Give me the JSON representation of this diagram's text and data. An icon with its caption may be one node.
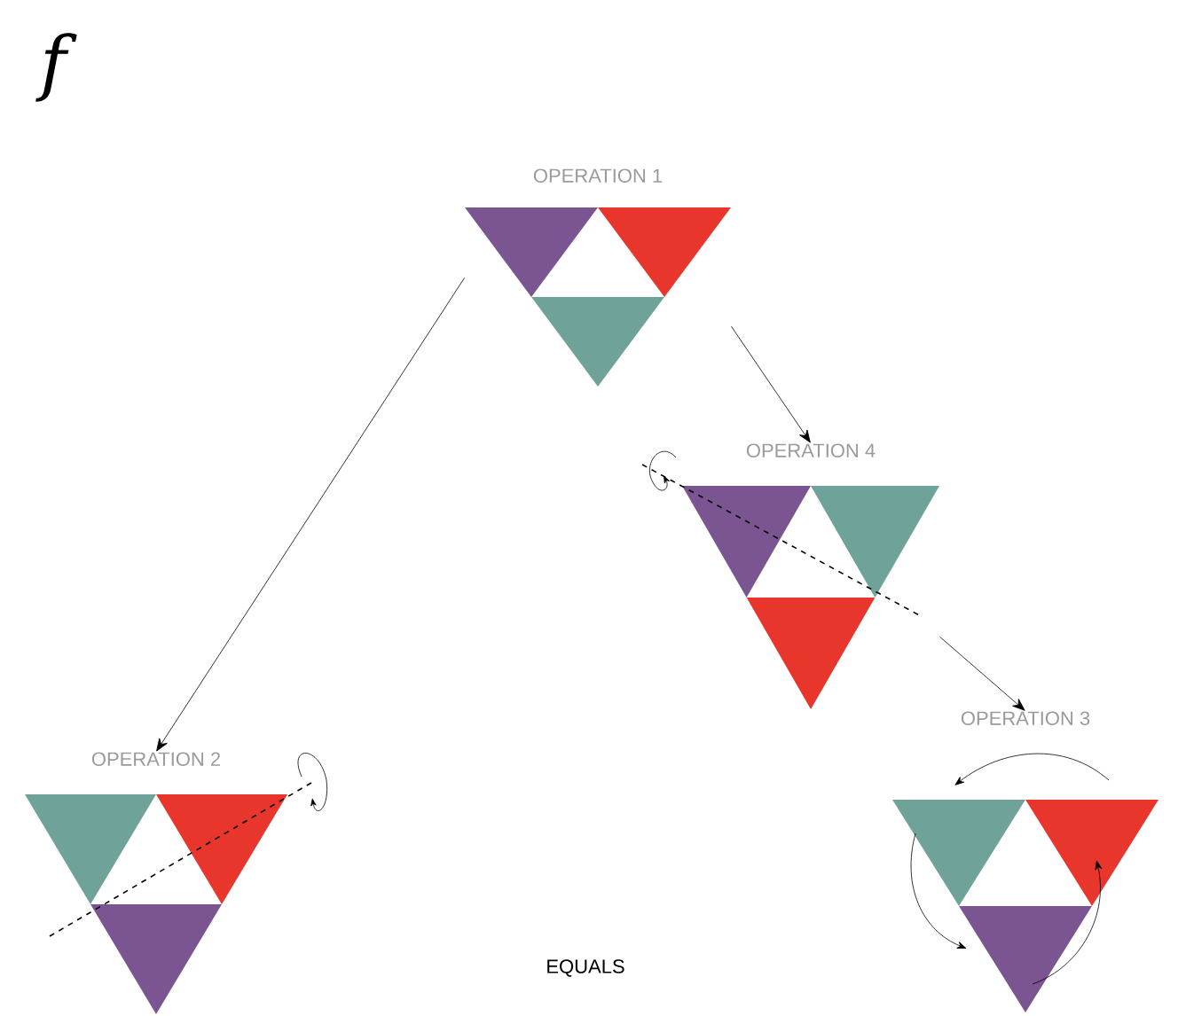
{
  "diagram": {
    "nodes": [
      {
        "text": [
          "OPERATION 1"
        ]
      },
      {
        "text": [
          "OPERATION 4"
        ]
      },
      {
        "text": [
          "OPERATION 2"
        ]
      },
      {
        "text": [
          "OPERATION 3"
        ]
      }
    ],
    "edges": [
      {
        "from": 0,
        "to": 2,
        "arrow": "to"
      },
      {
        "from": 0,
        "to": 1,
        "arrow": "to"
      },
      {
        "from": 1,
        "to": 3,
        "arrow": "to"
      }
    ],
    "labels": [
      "f",
      "EQUALS"
    ]
  }
}
